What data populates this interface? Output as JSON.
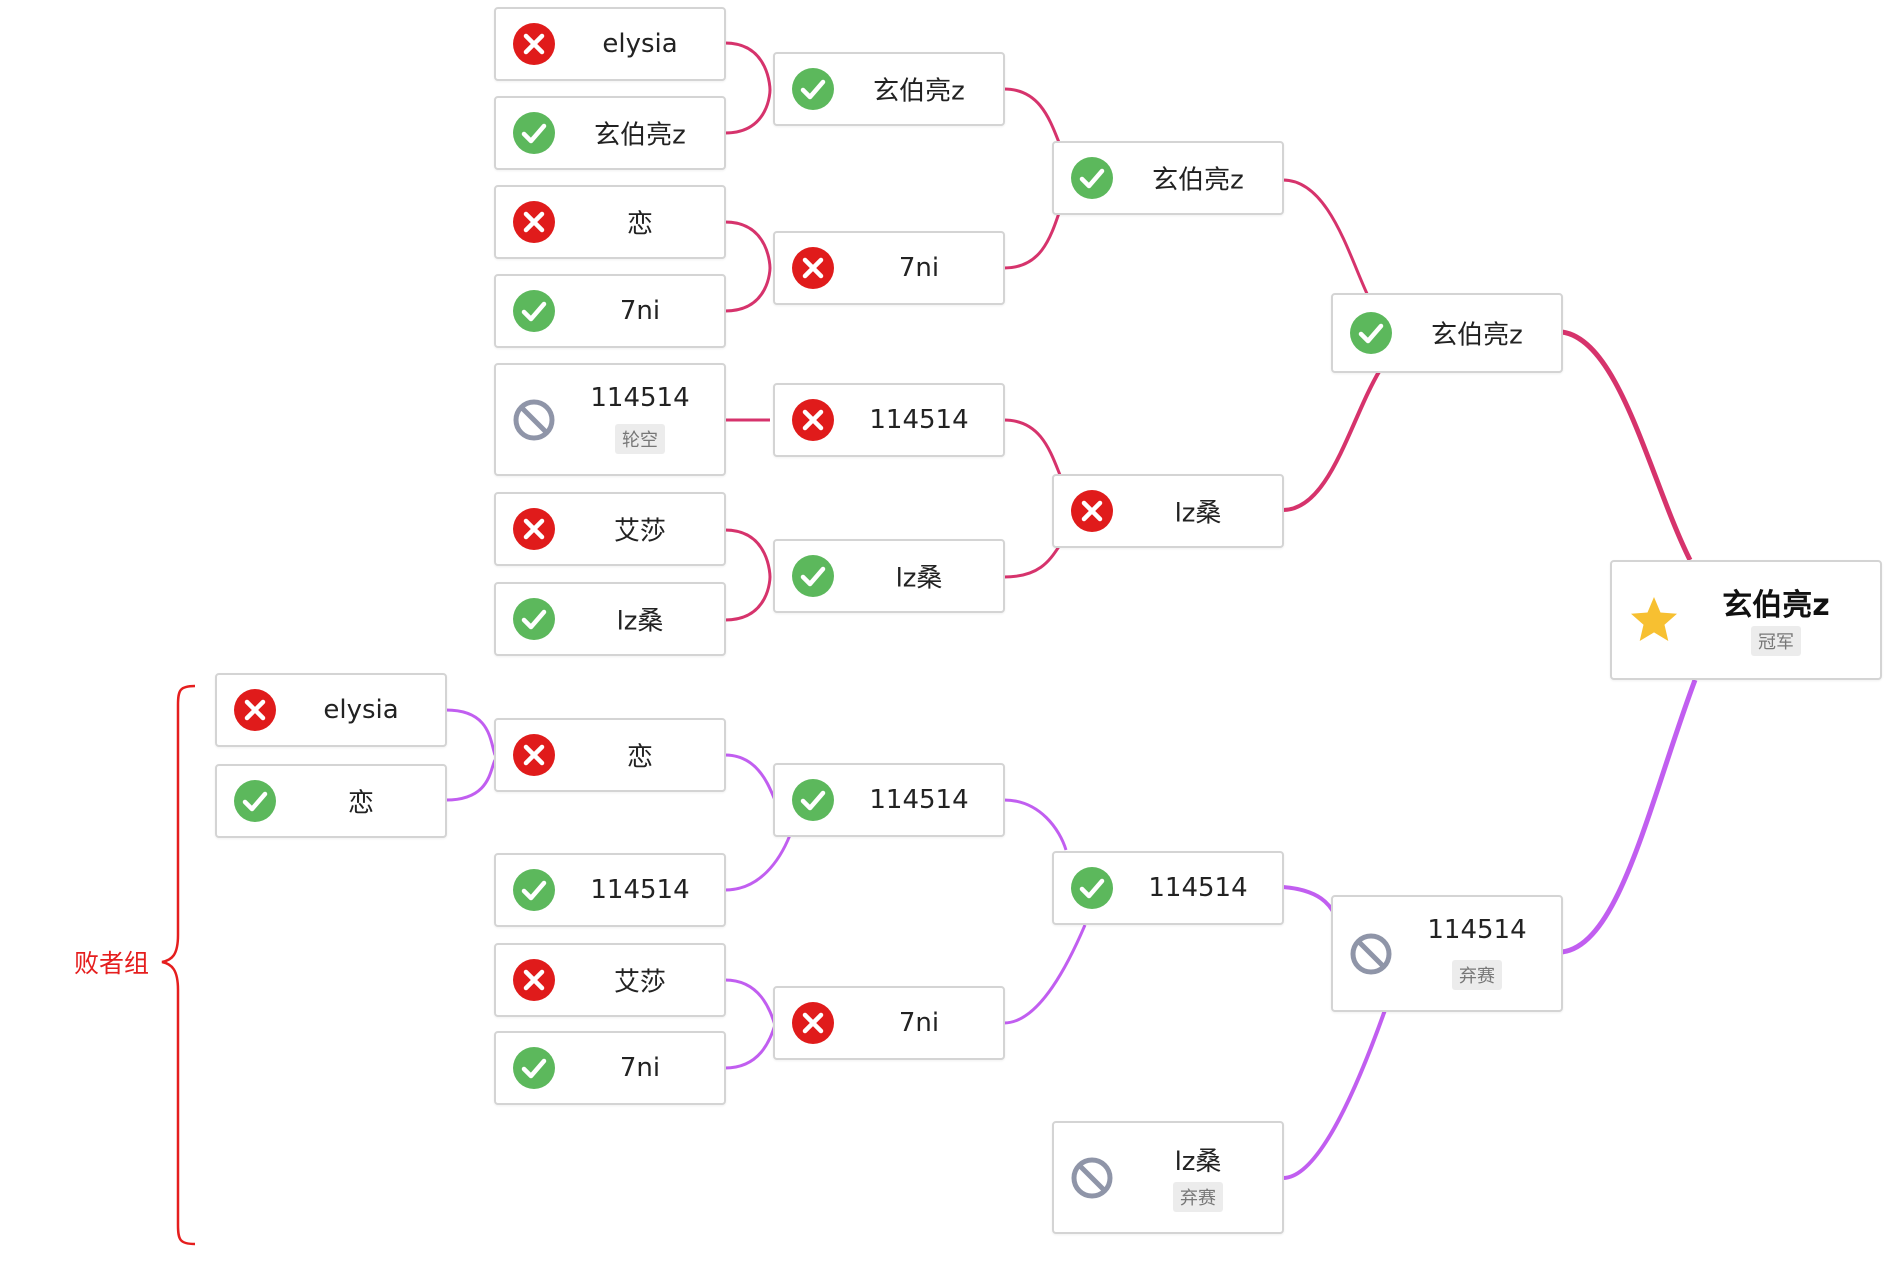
{
  "colors": {
    "upper_line": "#d6336c",
    "lower_line": "#c15ef0",
    "loser_bracket": "#e51e1e",
    "win": "#5cb85c",
    "lose": "#e01b1b",
    "forfeit": "#8f95a8",
    "champion_star": "#f7c031"
  },
  "loser_group_label": "败者组",
  "upper": {
    "r1": [
      {
        "name": "elysia",
        "status": "lose"
      },
      {
        "name": "玄伯亮z",
        "status": "win"
      },
      {
        "name": "恋",
        "status": "lose"
      },
      {
        "name": "7ni",
        "status": "win"
      },
      {
        "name": "114514",
        "status": "forfeit",
        "tag": "轮空"
      },
      {
        "name": "艾莎",
        "status": "lose"
      },
      {
        "name": "lz桑",
        "status": "win"
      }
    ],
    "r2": [
      {
        "name": "玄伯亮z",
        "status": "win"
      },
      {
        "name": "7ni",
        "status": "lose"
      },
      {
        "name": "114514",
        "status": "lose"
      },
      {
        "name": "lz桑",
        "status": "win"
      }
    ],
    "r3": [
      {
        "name": "玄伯亮z",
        "status": "win"
      },
      {
        "name": "lz桑",
        "status": "lose"
      }
    ],
    "r4": [
      {
        "name": "玄伯亮z",
        "status": "win"
      }
    ]
  },
  "champion": {
    "name": "玄伯亮z",
    "tag": "冠军",
    "icon": "star-icon"
  },
  "lower": {
    "r0": [
      {
        "name": "elysia",
        "status": "lose"
      },
      {
        "name": "恋",
        "status": "win"
      }
    ],
    "r1": [
      {
        "name": "恋",
        "status": "lose"
      },
      {
        "name": "114514",
        "status": "win"
      },
      {
        "name": "艾莎",
        "status": "lose"
      },
      {
        "name": "7ni",
        "status": "win"
      }
    ],
    "r2": [
      {
        "name": "114514",
        "status": "win"
      },
      {
        "name": "7ni",
        "status": "lose"
      }
    ],
    "r3": [
      {
        "name": "114514",
        "status": "win"
      },
      {
        "name": "lz桑",
        "status": "forfeit",
        "tag": "弃赛"
      }
    ],
    "r4": [
      {
        "name": "114514",
        "status": "forfeit",
        "tag": "弃赛"
      }
    ]
  }
}
